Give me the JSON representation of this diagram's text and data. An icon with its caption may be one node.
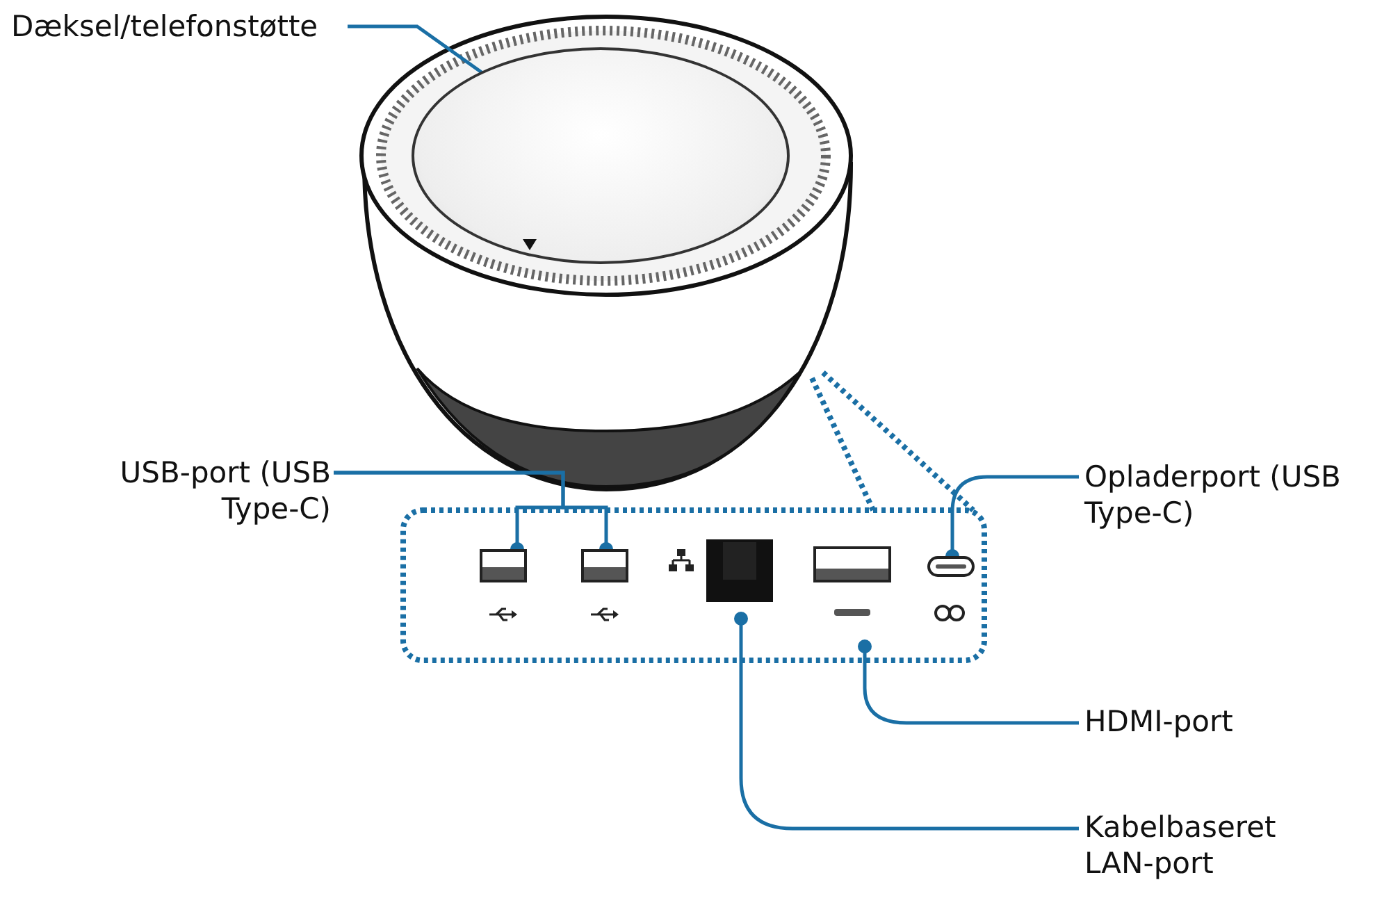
{
  "diagram": {
    "nodes": [
      {
        "text": [
          "Dæksel/telefonstøtte"
        ]
      },
      {
        "text": [],
        "shape": "picture"
      },
      {
        "text": [
          "USB-port (USB Type-C)"
        ]
      },
      {
        "text": [],
        "shape": "box"
      },
      {
        "text": [],
        "shape": "box"
      },
      {
        "text": [],
        "shape": "box"
      },
      {
        "text": [],
        "shape": "box"
      },
      {
        "text": [],
        "shape": "box"
      },
      {
        "text": [
          "Opladerport (USB Type-C)"
        ]
      },
      {
        "text": [
          "HDMI-port"
        ]
      },
      {
        "text": [
          "Kabelbaseret LAN-port"
        ]
      }
    ],
    "edges": [
      {
        "from": 0,
        "to": 1,
        "arrow": "other"
      },
      {
        "from": 2,
        "to": 3,
        "arrow": "other"
      },
      {
        "from": 2,
        "to": 4,
        "arrow": "other"
      },
      {
        "from": 8,
        "to": 7,
        "arrow": "other"
      },
      {
        "from": 9,
        "to": 6,
        "arrow": "other"
      },
      {
        "from": 10,
        "to": 5,
        "arrow": "other"
      }
    ]
  }
}
